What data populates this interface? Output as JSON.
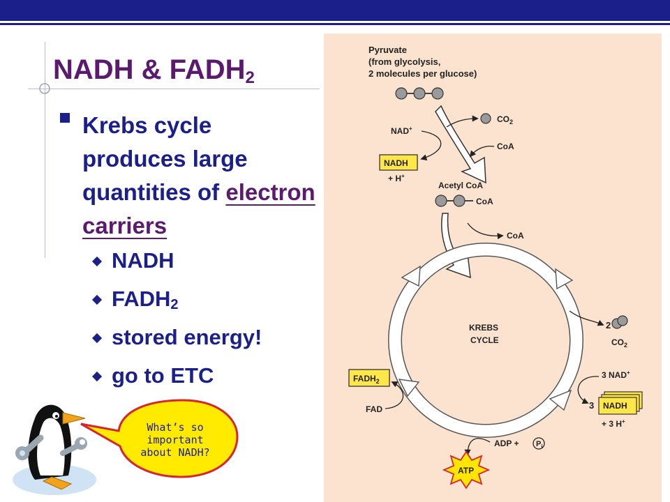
{
  "slide": {
    "title": "NADH & FADH",
    "title_sub": "2",
    "bullet": {
      "text_1": "Krebs cycle produces large quantities of",
      "text_link": "electron carriers"
    },
    "sub_items": [
      {
        "text": "NADH",
        "sub": ""
      },
      {
        "text": "FADH",
        "sub": "2"
      },
      {
        "text": "stored energy!",
        "sub": ""
      },
      {
        "text": "go to ETC",
        "sub": ""
      }
    ],
    "speech_bubble": {
      "line_1": "What’s so",
      "line_2": "important",
      "line_3": "about NADH?"
    }
  },
  "diagram": {
    "pyruvate": {
      "line_1": "Pyruvate",
      "line_2": "(from glycolysis,",
      "line_3": "2 molecules per glucose)"
    },
    "co2_top": "CO",
    "co2_sub": "2",
    "nad_plus": "NAD",
    "coa_in": "CoA",
    "nadh_box": "NADH",
    "plus_h": "+ H",
    "acetyl_coa": "Acetyl CoA",
    "coa_label": "CoA",
    "coa_out": "CoA",
    "krebs_line_1": "KREBS",
    "krebs_line_2": "CYCLE",
    "two_co2_num": "2",
    "co2_right": "CO",
    "co2_right_sub": "2",
    "three_nad": "3 NAD",
    "three": "3",
    "nadh_stack": "NADH",
    "plus_3h": "+ 3 H",
    "fadh2_box": "FADH",
    "fadh2_sub": "2",
    "fad": "FAD",
    "adp": "ADP +",
    "pi": "P",
    "pi_sub": "i",
    "atp": "ATP",
    "plus": "+"
  },
  "colors": {
    "top_bar": "#1a1f8a",
    "title": "#5b1a6e",
    "body_text": "#1a1f8a",
    "panel": "#fbe3cf",
    "box_yellow": "#ffe74a",
    "bubble": "#ffea00",
    "bubble_border": "#d7262d"
  }
}
